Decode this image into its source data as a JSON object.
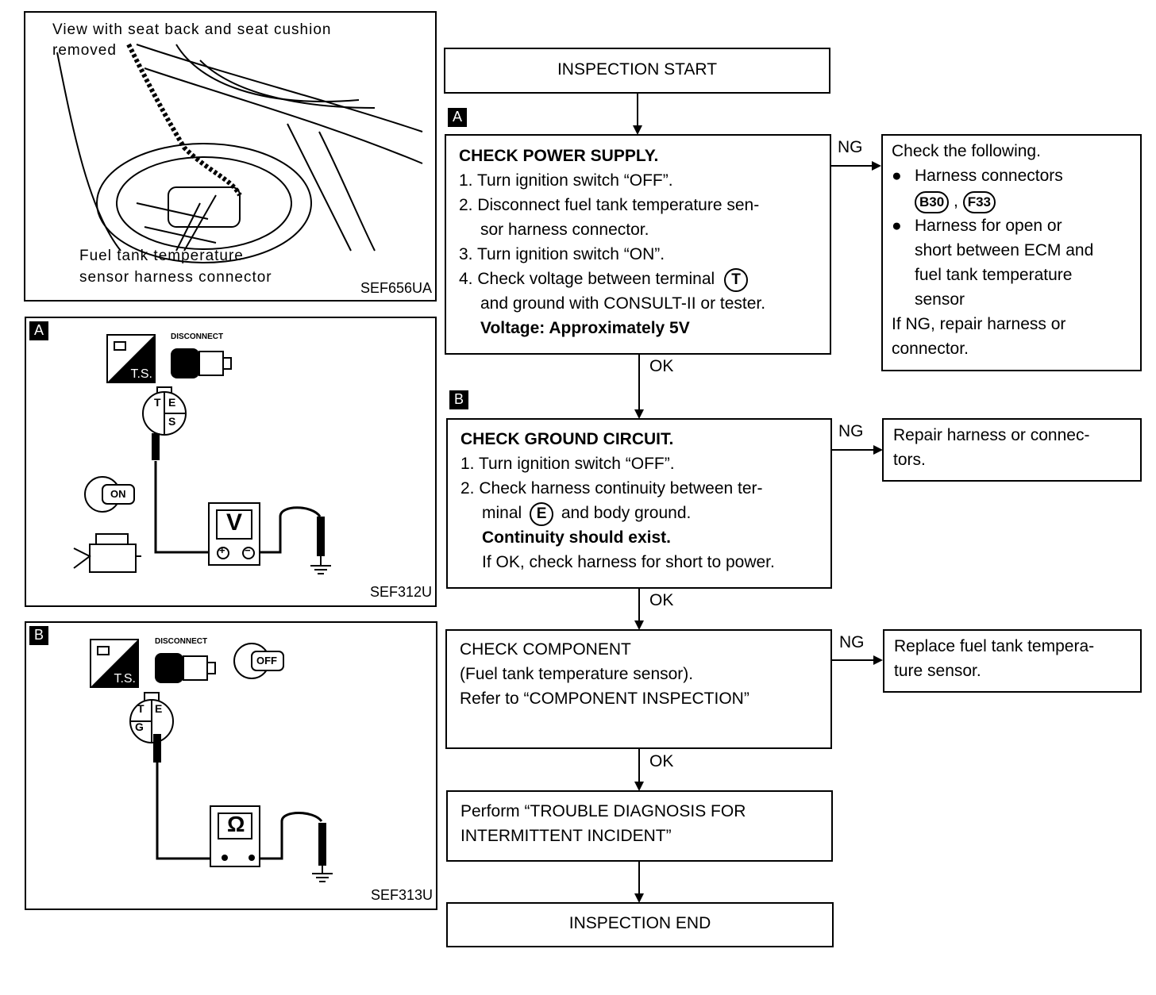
{
  "photo": {
    "caption": "View with seat back and seat cushion removed",
    "caption_line1": "View with seat back and seat cushion",
    "caption_line2": "removed",
    "label_line1": "Fuel tank temperature",
    "label_line2": "sensor harness connector",
    "code": "SEF656UA"
  },
  "panel_a": {
    "tag": "A",
    "disconnect": "DISCONNECT",
    "ts": "T.S.",
    "pins": [
      "T",
      "E",
      "S"
    ],
    "key": "ON",
    "meter": "V",
    "plus": "+",
    "minus": "−",
    "code": "SEF312U"
  },
  "panel_b": {
    "tag": "B",
    "disconnect": "DISCONNECT",
    "ts": "T.S.",
    "pins": [
      "T",
      "E",
      "G"
    ],
    "key": "OFF",
    "meter": "Ω",
    "code": "SEF313U"
  },
  "flow": {
    "start": "INSPECTION START",
    "tag_a": "A",
    "tag_b": "B",
    "step1": {
      "title": "CHECK POWER SUPPLY.",
      "l1": "1. Turn ignition switch “OFF”.",
      "l2": "2. Disconnect fuel tank temperature sen-",
      "l3": "sor harness connector.",
      "l4": "3. Turn ignition switch “ON”.",
      "l5a": "4. Check voltage between terminal",
      "terminal": "T",
      "l6": "and ground with CONSULT-II or tester.",
      "l7": "Voltage: Approximately 5V"
    },
    "ng1": {
      "label": "NG",
      "l1": "Check the following.",
      "l2": "Harness connectors",
      "conn1": "B30",
      "comma": ",",
      "conn2": "F33",
      "l4": "Harness for open or",
      "l5": "short between ECM and",
      "l6": "fuel tank temperature",
      "l7": "sensor",
      "l8": "If NG, repair harness or",
      "l9": "connector."
    },
    "ok1": "OK",
    "step2": {
      "title": "CHECK GROUND CIRCUIT.",
      "l1": "1. Turn ignition switch “OFF”.",
      "l2": "2. Check harness continuity between ter-",
      "l3a": "minal",
      "terminal": "E",
      "l3b": "and body ground.",
      "l4": "Continuity should exist.",
      "l5": "If OK, check harness for short to power."
    },
    "ng2": {
      "label": "NG",
      "l1": "Repair harness or connec-",
      "l2": "tors."
    },
    "ok2": "OK",
    "step3": {
      "l1": "CHECK COMPONENT",
      "l2": "(Fuel tank temperature sensor).",
      "l3": "Refer to “COMPONENT INSPECTION”"
    },
    "ng3": {
      "label": "NG",
      "l1": "Replace fuel tank tempera-",
      "l2": "ture sensor."
    },
    "ok3": "OK",
    "step4": {
      "l1": "Perform “TROUBLE DIAGNOSIS FOR",
      "l2": "INTERMITTENT INCIDENT”"
    },
    "end": "INSPECTION END"
  }
}
